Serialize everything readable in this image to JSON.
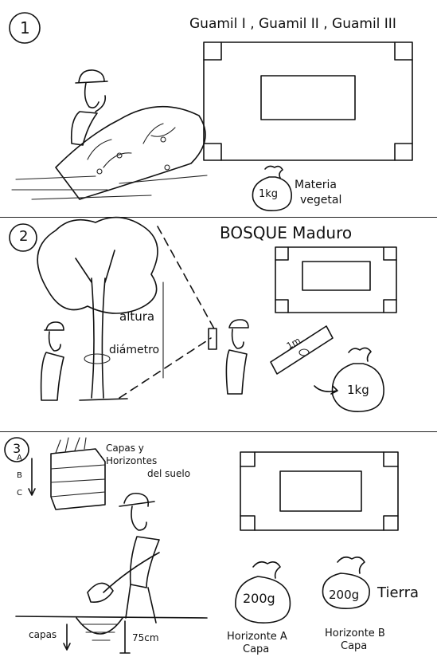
{
  "panel1": {
    "number": "1",
    "title": "Guamil I , Guamil II , Guamil III",
    "bag_label": "1kg",
    "caption_line1": "Materia",
    "caption_line2": "vegetal"
  },
  "panel2": {
    "number": "2",
    "title": "BOSQUE Maduro",
    "height_label": "altura",
    "diameter_label": "diámetro",
    "board_label": "1m",
    "bag_label": "1kg"
  },
  "panel3": {
    "number": "3",
    "layers_title_line1": "Capas y",
    "layers_title_line2": "Horizontes",
    "layers_title_line3": "del suelo",
    "horizon_letters": [
      "A",
      "B",
      "C"
    ],
    "pit_label": "capas",
    "depth_label": "75cm",
    "bag_a_label": "200g",
    "bag_a_caption_line1": "Horizonte A",
    "bag_a_caption_line2": "Capa",
    "bag_b_label": "200g",
    "bag_b_side_label": "Tierra",
    "bag_b_caption_line1": "Horizonte B",
    "bag_b_caption_line2": "Capa"
  }
}
